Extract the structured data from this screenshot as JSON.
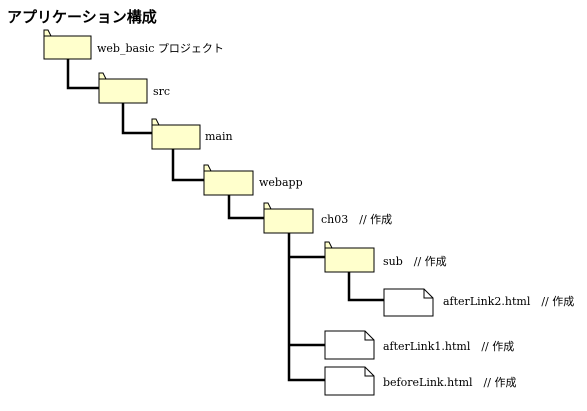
{
  "title": "アプリケーション構成",
  "nodes": [
    {
      "id": "web-basic",
      "type": "folder",
      "label": "web_basic プロジェクト"
    },
    {
      "id": "src",
      "type": "folder",
      "label": "src"
    },
    {
      "id": "main",
      "type": "folder",
      "label": "main"
    },
    {
      "id": "webapp",
      "type": "folder",
      "label": "webapp"
    },
    {
      "id": "ch03",
      "type": "folder",
      "label": "ch03　// 作成"
    },
    {
      "id": "sub",
      "type": "folder",
      "label": "sub　// 作成"
    },
    {
      "id": "afterlink2",
      "type": "file",
      "label": "afterLink2.html　// 作成"
    },
    {
      "id": "afterlink1",
      "type": "file",
      "label": "afterLink1.html　// 作成"
    },
    {
      "id": "beforelink",
      "type": "file",
      "label": "beforeLink.html　// 作成"
    }
  ]
}
